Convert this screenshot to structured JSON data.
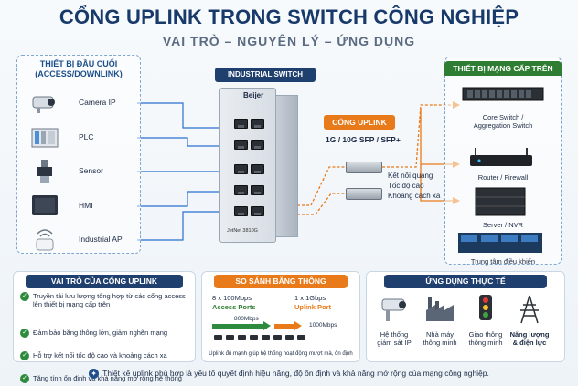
{
  "header": {
    "title": "CỔNG UPLINK TRONG SWITCH CÔNG NGHIỆP",
    "subtitle": "VAI TRÒ – NGUYÊN LÝ – ỨNG DỤNG"
  },
  "left_panel": {
    "title_line1": "THIẾT BỊ ĐẦU CUỐI",
    "title_line2": "(ACCESS/DOWNLINK)",
    "devices": [
      {
        "label": "Camera IP",
        "icon": "camera-icon"
      },
      {
        "label": "PLC",
        "icon": "plc-icon"
      },
      {
        "label": "Sensor",
        "icon": "sensor-icon"
      },
      {
        "label": "HMI",
        "icon": "hmi-icon"
      },
      {
        "label": "Industrial AP",
        "icon": "access-point-icon"
      }
    ]
  },
  "switch": {
    "label": "INDUSTRIAL SWITCH",
    "brand": "Beijer",
    "model": "JetNet 3810G"
  },
  "uplink": {
    "tag": "CỔNG UPLINK",
    "speed": "1G / 10G SFP / SFP+",
    "note_line1": "Kết nối quang",
    "note_line2": "Tốc độ cao",
    "note_line3": "Khoảng cách xa"
  },
  "right_panel": {
    "title": "THIẾT BỊ MẠNG CẤP TRÊN",
    "devices": [
      {
        "label_line1": "Core Switch /",
        "label_line2": "Aggregation Switch",
        "icon": "core-switch-icon"
      },
      {
        "label_line1": "Router / Firewall",
        "label_line2": "",
        "icon": "router-icon"
      },
      {
        "label_line1": "Server / NVR",
        "label_line2": "",
        "icon": "server-icon"
      },
      {
        "label_line1": "Trung tâm điều khiển",
        "label_line2": "",
        "icon": "control-center-icon"
      }
    ]
  },
  "role_panel": {
    "title": "VAI TRÒ CỦA CỔNG UPLINK",
    "items": [
      "Truyền tải lưu lượng tổng hợp từ các cổng access lên thiết bị mạng cấp trên",
      "Đảm bảo băng thông lớn, giảm nghẽn mạng",
      "Hỗ trợ kết nối tốc độ cao và khoảng cách xa",
      "Tăng tính ổn định và khả năng mở rộng hệ thống"
    ]
  },
  "compare_panel": {
    "title": "SO SÁNH BĂNG THÔNG",
    "left_top": "8 x 100Mbps",
    "left_sub": "Access Ports",
    "right_top": "1 x 1Gbps",
    "right_sub": "Uplink Port",
    "left_bar": "800Mbps",
    "right_bar": "1000Mbps",
    "note": "Uplink đủ mạnh giúp hệ thống hoạt động mượt mà, ổn định"
  },
  "apps_panel": {
    "title": "ỨNG DỤNG THỰC TẾ",
    "items": [
      {
        "line1": "Hệ thống",
        "line2": "giám sát IP",
        "icon": "cctv-icon",
        "bold": false
      },
      {
        "line1": "Nhà máy",
        "line2": "thông minh",
        "icon": "factory-icon",
        "bold": false
      },
      {
        "line1": "Giao thông",
        "line2": "thông minh",
        "icon": "traffic-light-icon",
        "bold": false
      },
      {
        "line1": "Năng lượng",
        "line2": "& điện lực",
        "icon": "power-tower-icon",
        "bold": true
      }
    ]
  },
  "footer": {
    "text": "Thiết kế uplink phù hợp là yếu tố quyết định hiệu năng, độ ổn định và khả năng mở rộng của mạng công nghiệp."
  },
  "colors": {
    "navy": "#173a6b",
    "orange": "#e97a1a",
    "green": "#2e7d32",
    "blue": "#1f4f8a"
  }
}
